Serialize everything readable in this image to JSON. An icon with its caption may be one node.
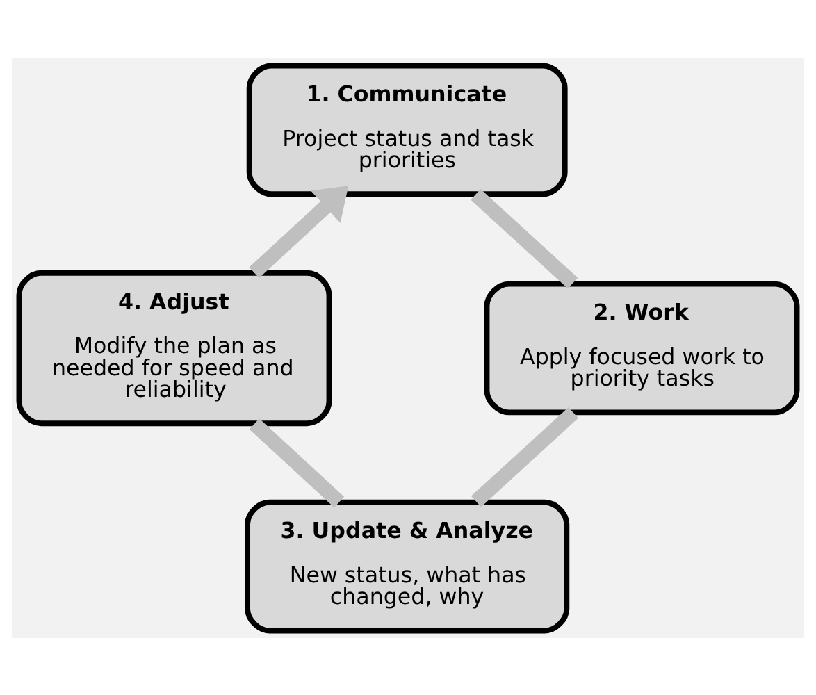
{
  "diagram": {
    "nodes": [
      {
        "text": [
          "1. Communicate",
          "Project status and task priorities"
        ]
      },
      {
        "text": [
          "2. Work",
          "Apply focused work to priority tasks"
        ]
      },
      {
        "text": [
          "3. Update & Analyze",
          "New status, what has changed, why"
        ]
      },
      {
        "text": [
          "4. Adjust",
          "Modify the plan as needed for speed and reliability"
        ]
      }
    ],
    "edges": [
      {
        "from": 0,
        "to": 1,
        "arrow": "none"
      },
      {
        "from": 1,
        "to": 2,
        "arrow": "none"
      },
      {
        "from": 2,
        "to": 3,
        "arrow": "none"
      },
      {
        "from": 3,
        "to": 0,
        "arrow": "to"
      }
    ]
  }
}
